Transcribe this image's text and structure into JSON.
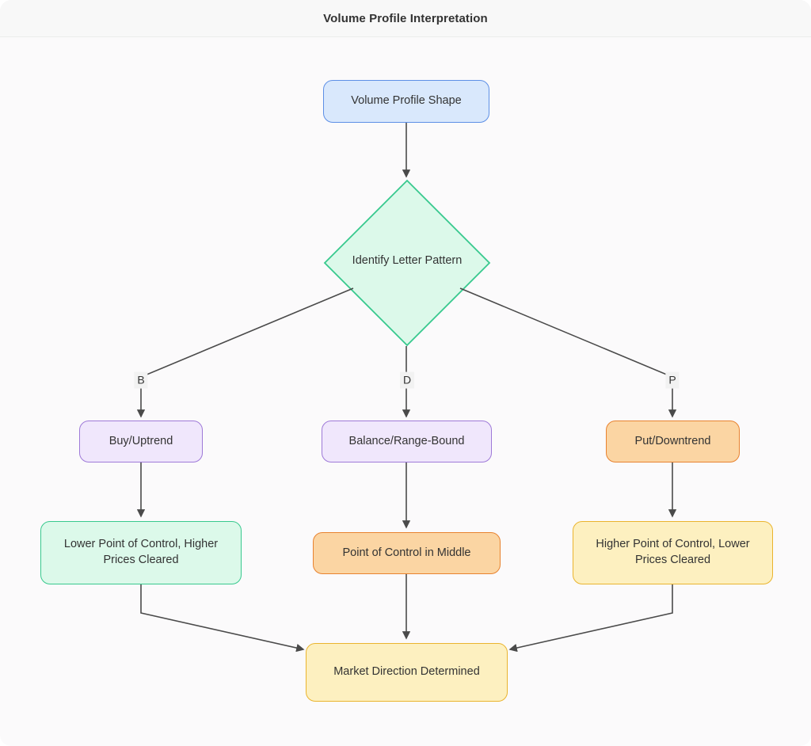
{
  "header": {
    "title": "Volume Profile Interpretation"
  },
  "diagram": {
    "nodes": {
      "shape": {
        "label": "Volume Profile Shape"
      },
      "decision": {
        "label": "Identify Letter Pattern"
      },
      "buy": {
        "label": "Buy/Uptrend"
      },
      "balance": {
        "label": "Balance/Range-Bound"
      },
      "put": {
        "label": "Put/Downtrend"
      },
      "lower_poc": {
        "label": "Lower Point of Control, Higher Prices Cleared"
      },
      "poc_middle": {
        "label": "Point of Control in Middle"
      },
      "higher_poc": {
        "label": "Higher Point of Control, Lower Prices Cleared"
      },
      "market": {
        "label": "Market Direction Determined"
      }
    },
    "edge_labels": {
      "b": "B",
      "d": "D",
      "p": "P"
    },
    "colors": {
      "blue_fill": "#d9e8fc",
      "blue_border": "#5d8fe6",
      "green_fill": "#dcf9ea",
      "green_border": "#38c98e",
      "purple_fill": "#f0e7fc",
      "purple_border": "#9e79d8",
      "orange_fill": "#fbd5a3",
      "orange_border": "#e8822f",
      "yellow_fill": "#fdf0c0",
      "yellow_border": "#eab42e",
      "edge": "#4a4a4a"
    }
  }
}
